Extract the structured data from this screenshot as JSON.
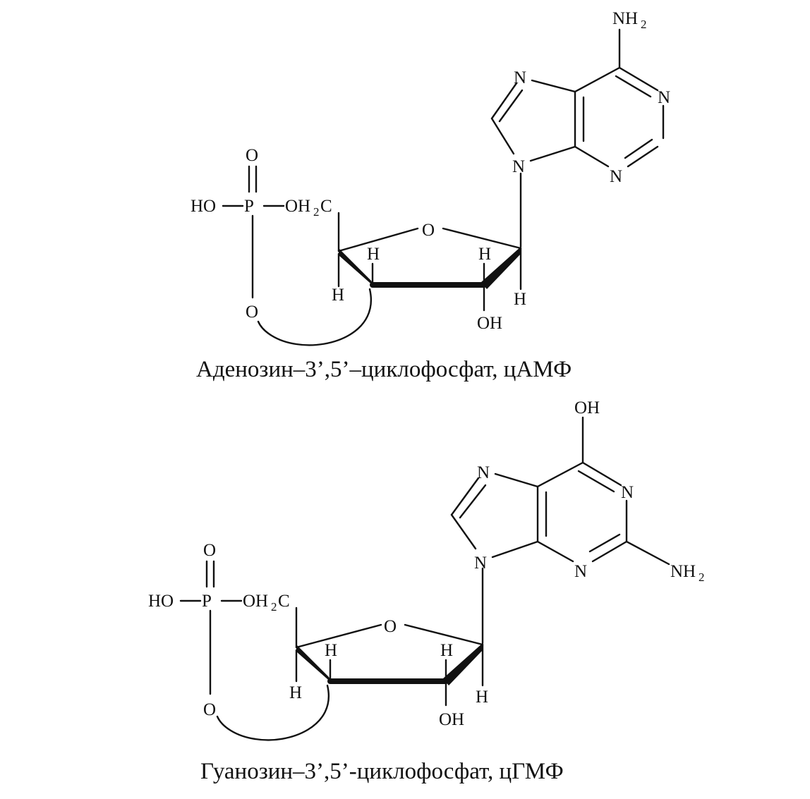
{
  "atoms": {
    "N": "N",
    "O": "O",
    "P": "P",
    "H": "H",
    "OH": "OH",
    "HO": "HO",
    "NH": "NH",
    "OH2C_a": "OH",
    "OH2C_b": "C",
    "subscript_2": "2"
  },
  "molecules": [
    {
      "id": "camp",
      "caption": "Аденозин–3’,5’–циклофосфат, цАМФ",
      "base_substituent": "NH2"
    },
    {
      "id": "cgmp",
      "caption": "Гуанозин–3’,5’-циклофосфат, цГМФ",
      "base_substituent": "OH",
      "second_substituent": "NH2"
    }
  ],
  "colors": {
    "ink": "#111111",
    "background": "#ffffff"
  }
}
